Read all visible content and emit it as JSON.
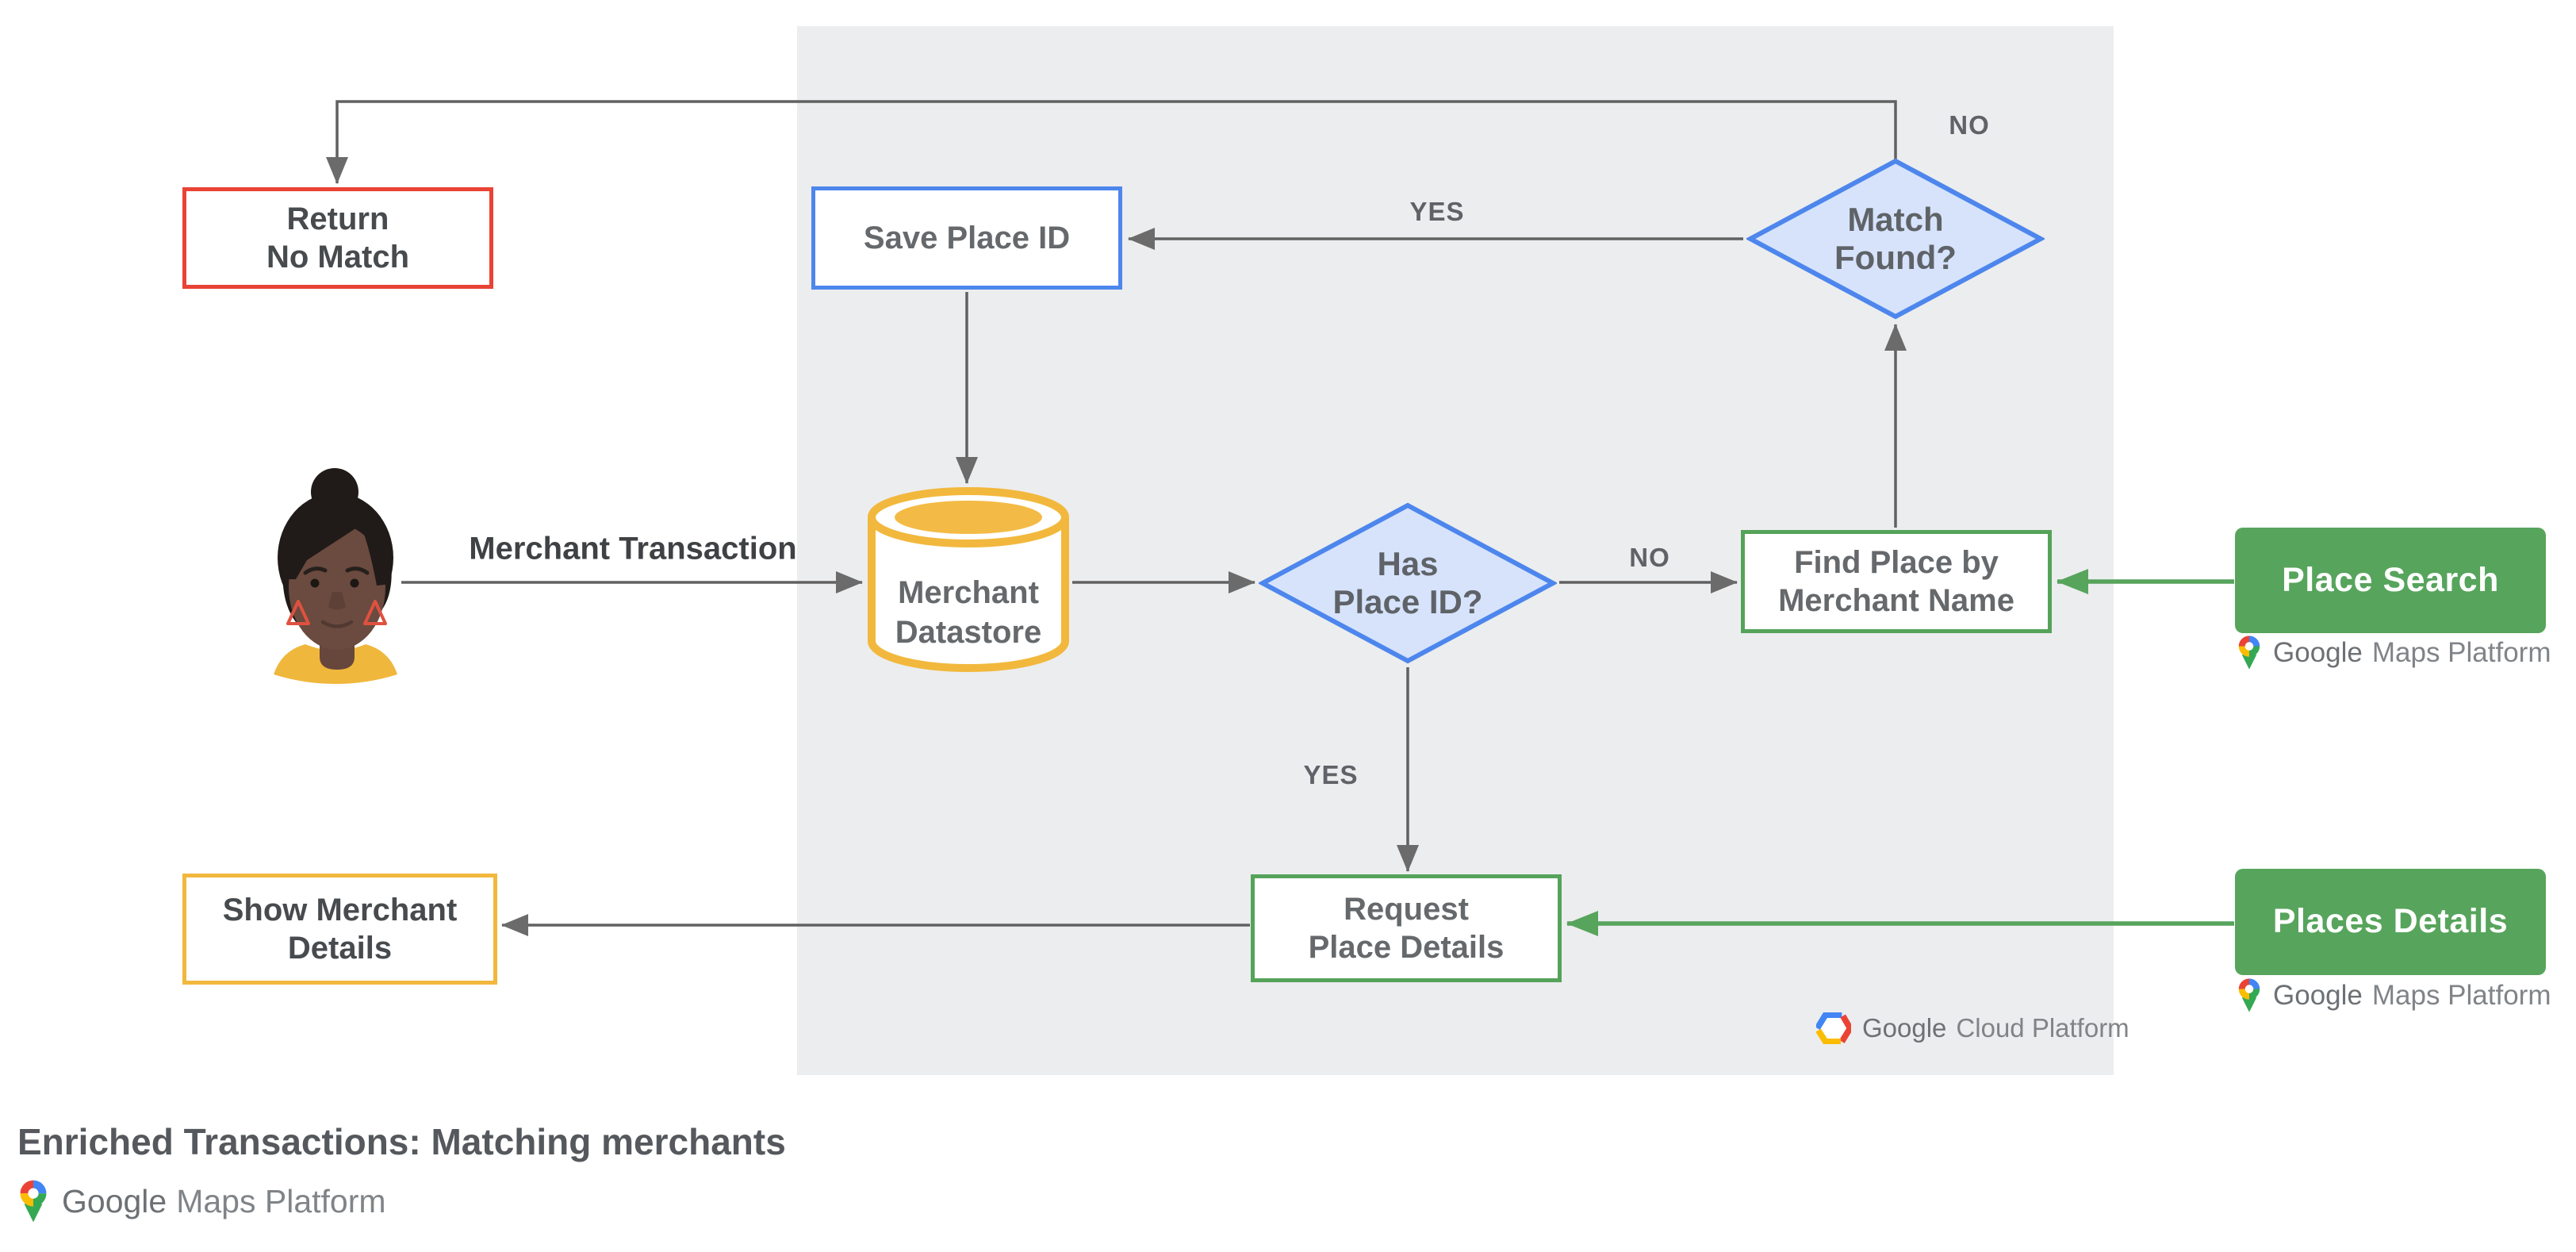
{
  "title": {
    "text": "Enriched Transactions: Matching merchants"
  },
  "nodes": {
    "return_no_match": {
      "label": "Return\nNo Match",
      "accent": "#E94335"
    },
    "save_place_id": {
      "label": "Save Place ID",
      "accent": "#4D86EC"
    },
    "match_found": {
      "label": "Match\nFound?",
      "accent": "#4D86EC"
    },
    "merchant_datastore": {
      "label": "Merchant\nDatastore",
      "accent": "#F2B83D"
    },
    "has_place_id": {
      "label": "Has\nPlace ID?",
      "accent": "#4D86EC"
    },
    "find_place_by_merchant_name": {
      "label": "Find Place by\nMerchant Name",
      "accent": "#55A35A"
    },
    "place_search": {
      "label": "Place Search",
      "accent": "#57A45C"
    },
    "request_place_details": {
      "label": "Request\nPlace Details",
      "accent": "#55A35A"
    },
    "places_details": {
      "label": "Places Details",
      "accent": "#57A45C"
    },
    "show_merchant_details": {
      "label": "Show Merchant\nDetails",
      "accent": "#F2B83D"
    }
  },
  "edge_labels": {
    "merchant_transaction": "Merchant Transaction",
    "yes_top": "YES",
    "no_top": "NO",
    "no_mid": "NO",
    "yes_mid": "YES"
  },
  "branding": {
    "gmp_word1": "Google",
    "gmp_word2": "Maps Platform",
    "gcp_word1": "Google",
    "gcp_word2": "Cloud Platform"
  },
  "colors": {
    "panel_gray": "#ECEDEE",
    "line_gray": "#616161",
    "blue": "#4D86EC",
    "blue_fill": "#D6E3FB",
    "green": "#57A45C",
    "red": "#E94335",
    "yellow": "#F2B83D",
    "text_dark": "#474B4E",
    "text_gray": "#66696C"
  }
}
